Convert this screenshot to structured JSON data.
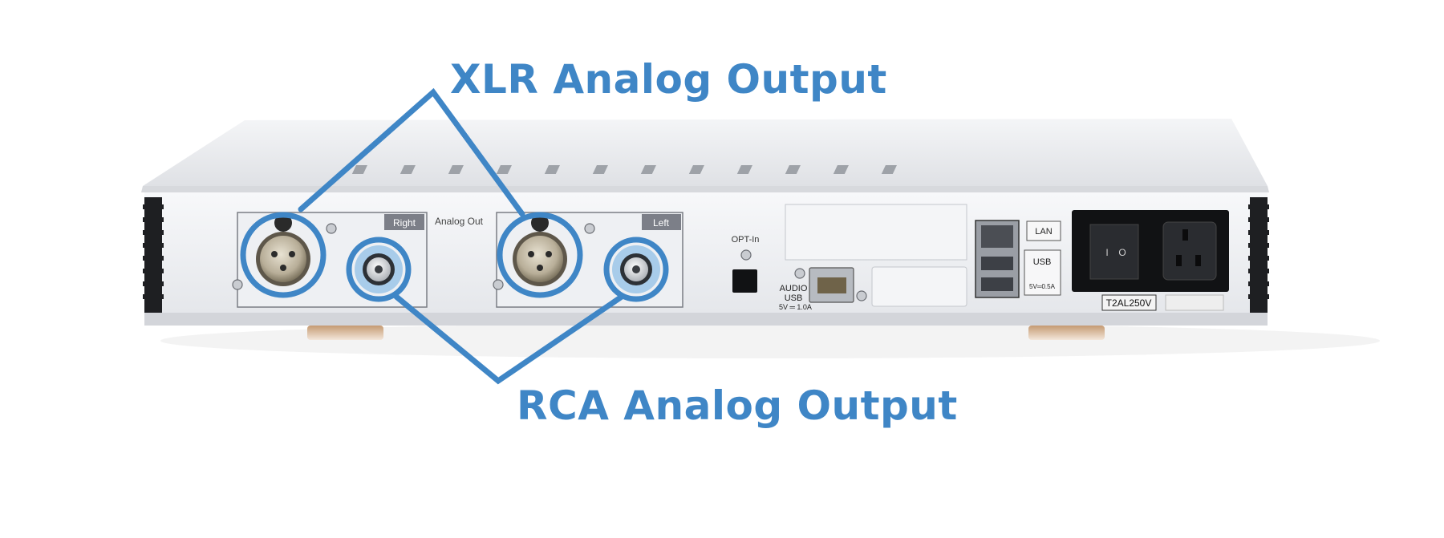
{
  "callouts": {
    "xlr": "XLR Analog Output",
    "rca": "RCA Analog Output",
    "color": "#3f86c6"
  },
  "device": {
    "analog_out_label": "Analog Out",
    "right_label": "Right",
    "left_label": "Left",
    "opt_in_label": "OPT-In",
    "audio_usb_label_1": "AUDIO",
    "audio_usb_label_2": "USB",
    "audio_usb_rating": "5V ═ 1.0A",
    "lan_label": "LAN",
    "usb_label": "USB",
    "usb_rating": "5V═0.5A",
    "fuse_label": "T2AL250V",
    "power_switch_off": "I",
    "power_switch_on": "O"
  },
  "colors": {
    "chassis_top": "#eeeff1",
    "chassis_face": "#f2f3f5",
    "heatsink": "#1e1f22",
    "label_tab": "#7c7f88",
    "callout_blue": "#3f86c6"
  }
}
